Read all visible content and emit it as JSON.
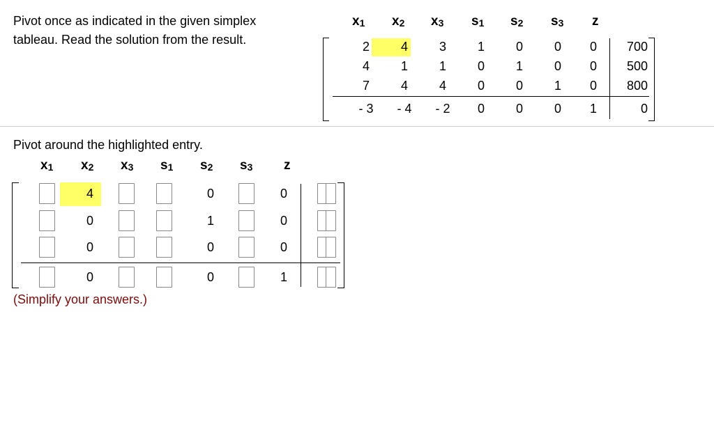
{
  "prompt": {
    "line1": "Pivot once as indicated in the given simplex",
    "line2": "tableau. Read the solution from the result."
  },
  "headers": [
    {
      "base": "x",
      "sub": "1"
    },
    {
      "base": "x",
      "sub": "2"
    },
    {
      "base": "x",
      "sub": "3"
    },
    {
      "base": "s",
      "sub": "1"
    },
    {
      "base": "s",
      "sub": "2"
    },
    {
      "base": "s",
      "sub": "3"
    },
    {
      "base": "z",
      "sub": ""
    }
  ],
  "tableau": {
    "rows": [
      [
        "2",
        "4",
        "3",
        "1",
        "0",
        "0",
        "0",
        "700"
      ],
      [
        "4",
        "1",
        "1",
        "0",
        "1",
        "0",
        "0",
        "500"
      ],
      [
        "7",
        "4",
        "4",
        "0",
        "0",
        "1",
        "0",
        "800"
      ],
      [
        "- 3",
        "- 4",
        "- 2",
        "0",
        "0",
        "0",
        "1",
        "0"
      ]
    ],
    "pivot": {
      "row": 0,
      "col": 1
    },
    "pivot_color": "#ffff66"
  },
  "instruction": "Pivot around the highlighted entry.",
  "answer": {
    "rows": [
      [
        null,
        "4",
        null,
        null,
        "0",
        null,
        "0",
        null
      ],
      [
        null,
        "0",
        null,
        null,
        "1",
        null,
        "0",
        null
      ],
      [
        null,
        "0",
        null,
        null,
        "0",
        null,
        "0",
        null
      ],
      [
        null,
        "0",
        null,
        null,
        "0",
        null,
        "1",
        null
      ]
    ],
    "pivot": {
      "row": 0,
      "col": 1
    }
  },
  "note": "(Simplify your answers.)",
  "colors": {
    "note": "#7a0c0c",
    "highlight": "#ffff66",
    "input_border": "#888888"
  }
}
